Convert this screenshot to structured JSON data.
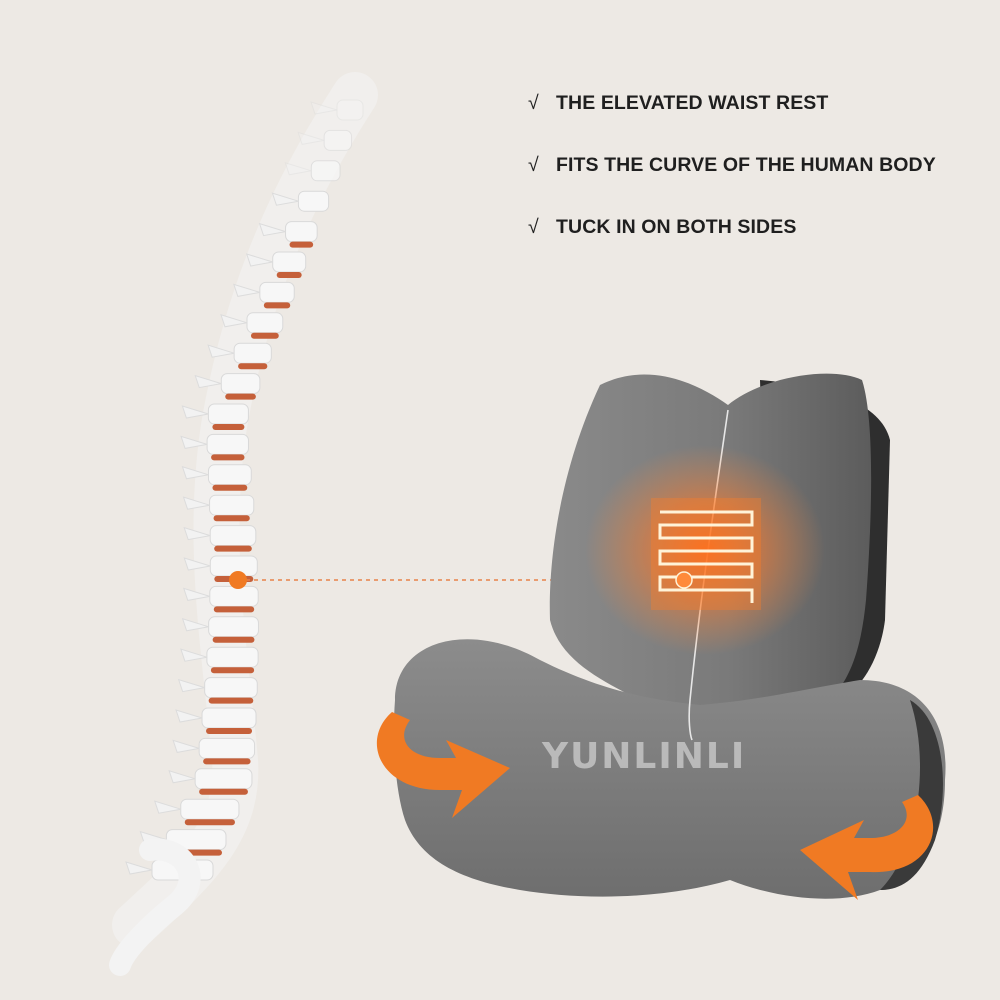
{
  "features": [
    {
      "check": "√",
      "label": "THE ELEVATED WAIST REST"
    },
    {
      "check": "√",
      "label": "FITS THE CURVE OF THE HUMAN BODY"
    },
    {
      "check": "√",
      "label": "TUCK IN ON BOTH SIDES"
    }
  ],
  "watermark": "YUNLINLI",
  "colors": {
    "background": "#ede9e4",
    "accent_orange": "#f07a23",
    "cushion_gray": "#7d7d7d",
    "spine_white": "#f6f6f6",
    "disc_color": "#c5603a"
  },
  "icons": [
    "check-icon",
    "heating-pad-icon",
    "arrow-left-icon",
    "arrow-right-icon"
  ]
}
